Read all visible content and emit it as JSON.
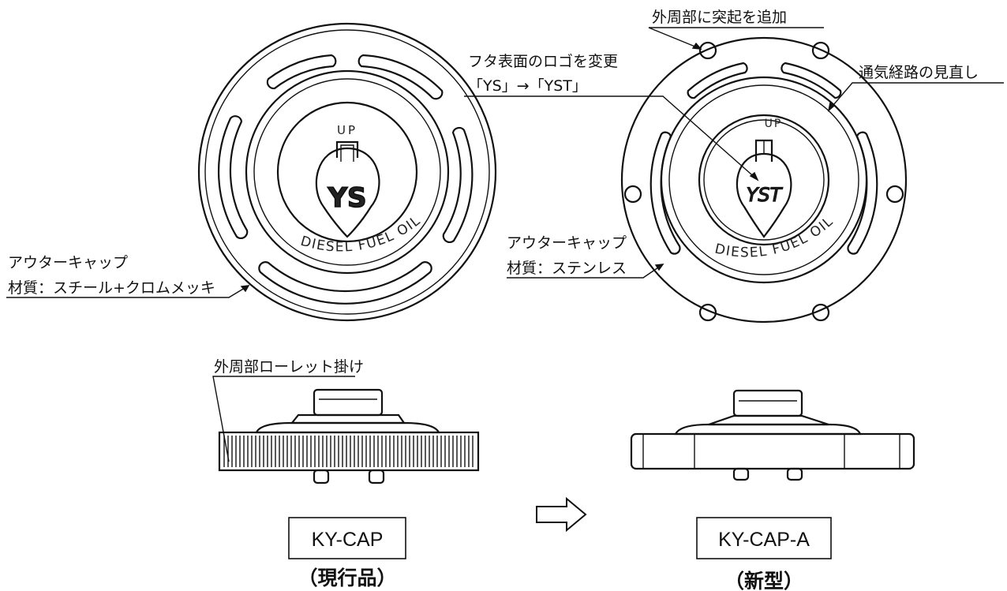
{
  "labels": {
    "old_outer_cap_line1": "アウターキャップ",
    "old_outer_cap_line2": "材質：スチール+クロムメッキ",
    "old_knurl": "外周部ローレット掛け",
    "new_protrusion": "外周部に突起を追加",
    "new_logo_line1": "フタ表面のロゴを変更",
    "new_logo_line2": "「YS」→「YST」",
    "new_vent": "通気経路の見直し",
    "new_outer_cap_line1": "アウターキャップ",
    "new_outer_cap_line2": "材質：ステンレス"
  },
  "caps": {
    "old": {
      "up": "UP",
      "logo": "YS",
      "ring_text": "DIESEL FUEL OIL"
    },
    "new": {
      "up": "UP",
      "logo": "YST",
      "ring_text": "DIESEL FUEL OIL"
    }
  },
  "models": {
    "old_name": "KY-CAP",
    "old_caption": "（現行品）",
    "new_name": "KY-CAP-A",
    "new_caption": "（新型）"
  },
  "icons": {
    "transition": "arrow-right-outline-icon"
  }
}
